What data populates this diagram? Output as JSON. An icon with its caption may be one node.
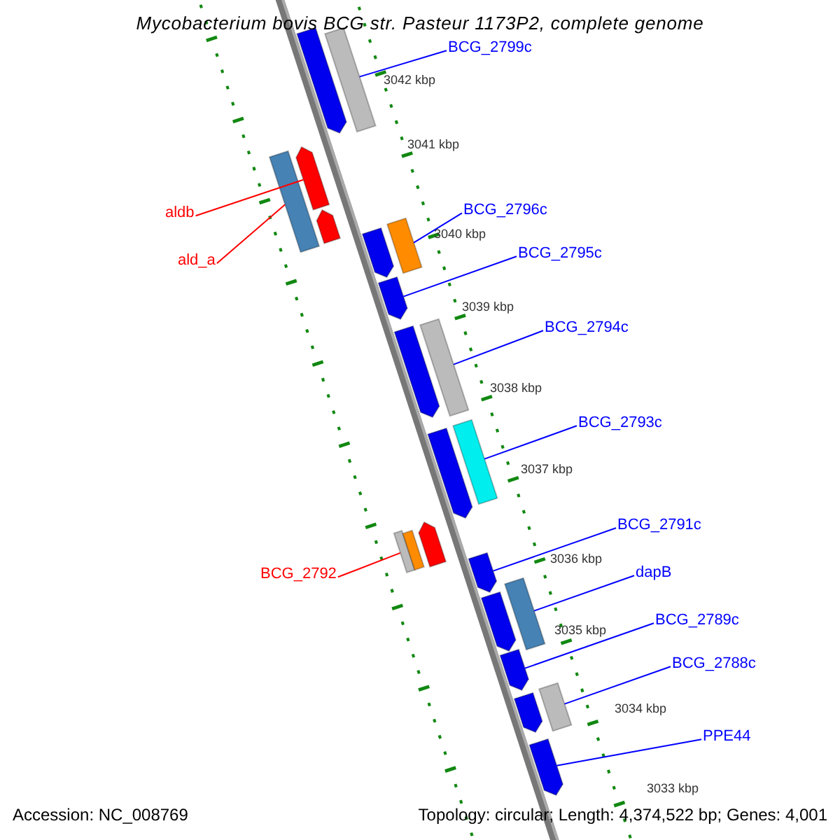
{
  "diagram": {
    "title": "Mycobacterium bovis BCG str. Pasteur 1173P2, complete genome",
    "nodes": [
      {
        "text": [
          "BCG_2799c"
        ]
      },
      {
        "text": [
          "aldb"
        ]
      },
      {
        "text": [
          "ald_a"
        ]
      },
      {
        "text": [
          "BCG_2796c"
        ]
      },
      {
        "text": [
          "BCG_2795c"
        ]
      },
      {
        "text": [
          "BCG_2794c"
        ]
      },
      {
        "text": [
          "BCG_2793c"
        ]
      },
      {
        "text": [
          "BCG_2791c"
        ]
      },
      {
        "text": [
          "BCG_2792"
        ]
      },
      {
        "text": [
          "dapB"
        ]
      },
      {
        "text": [
          "BCG_2789c"
        ]
      },
      {
        "text": [
          "BCG_2788c"
        ]
      },
      {
        "text": [
          "PPE44"
        ]
      },
      {
        "text": [],
        "shape": "arrow"
      },
      {
        "text": [],
        "shape": "bar"
      },
      {
        "text": [],
        "shape": "arrow"
      },
      {
        "text": [],
        "shape": "bar"
      },
      {
        "text": [],
        "shape": "arrow"
      },
      {
        "text": [],
        "shape": "bar"
      },
      {
        "text": [],
        "shape": "arrow"
      },
      {
        "text": [],
        "shape": "arrow"
      },
      {
        "text": [],
        "shape": "arrow"
      },
      {
        "text": [],
        "shape": "bar"
      },
      {
        "text": [],
        "shape": "arrow"
      },
      {
        "text": [],
        "shape": "bar"
      },
      {
        "text": [],
        "shape": "bar"
      },
      {
        "text": [],
        "shape": "bar"
      },
      {
        "text": [],
        "shape": "arrow"
      },
      {
        "text": [],
        "shape": "arrow"
      },
      {
        "text": [],
        "shape": "arrow"
      },
      {
        "text": [],
        "shape": "bar"
      },
      {
        "text": [],
        "shape": "arrow"
      },
      {
        "text": [],
        "shape": "bar"
      },
      {
        "text": [],
        "shape": "arrow"
      },
      {
        "text": [],
        "shape": "arrow"
      }
    ],
    "edges": [
      {
        "from": 0,
        "to": 14,
        "arrow": "none"
      },
      {
        "from": 1,
        "to": 15,
        "arrow": "none",
        "color": "#ff0000"
      },
      {
        "from": 2,
        "to": 16,
        "arrow": "none",
        "color": "#ff0000"
      },
      {
        "from": 3,
        "to": 18,
        "arrow": "none"
      },
      {
        "from": 4,
        "to": 20,
        "arrow": "none"
      },
      {
        "from": 5,
        "to": 22,
        "arrow": "none"
      },
      {
        "from": 6,
        "to": 24,
        "arrow": "none"
      },
      {
        "from": 7,
        "to": 28,
        "arrow": "none"
      },
      {
        "from": 8,
        "to": 25,
        "arrow": "none",
        "color": "#ff0000"
      },
      {
        "from": 9,
        "to": 30,
        "arrow": "none"
      },
      {
        "from": 10,
        "to": 31,
        "arrow": "none"
      },
      {
        "from": 11,
        "to": 32,
        "arrow": "none"
      },
      {
        "from": 12,
        "to": 34,
        "arrow": "none"
      }
    ],
    "labels": [
      "3042 kbp",
      "3041 kbp",
      "3040 kbp",
      "3039 kbp",
      "3038 kbp",
      "3037 kbp",
      "3036 kbp",
      "3035 kbp",
      "3034 kbp",
      "3033 kbp",
      "Accession: NC_008769",
      "Topology: circular; Length: 4,374,522 bp; Genes: 4,001"
    ]
  }
}
